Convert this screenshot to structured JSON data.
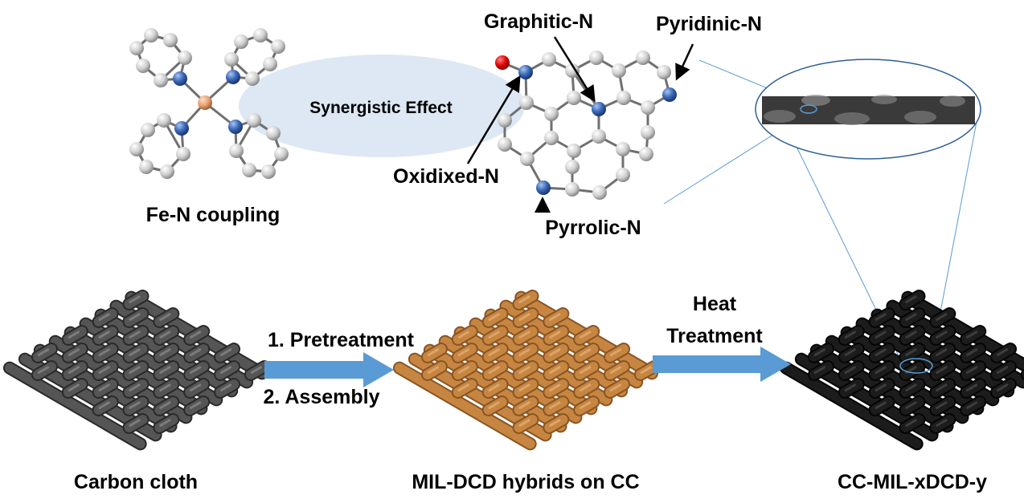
{
  "labels": {
    "fe_n_coupling": "Fe-N coupling",
    "synergistic_effect": "Synergistic Effect",
    "graphitic_n": "Graphitic-N",
    "pyridinic_n": "Pyridinic-N",
    "oxidixed_n": "Oxidixed-N",
    "pyrrolic_n": "Pyrrolic-N",
    "carbon_cloth": "Carbon cloth",
    "mil_dcd_hybrids": "MIL-DCD hybrids on CC",
    "cc_mil": "CC-MIL-xDCD-y"
  },
  "steps": {
    "pretreatment": "1. Pretreatment",
    "assembly": "2. Assembly",
    "heat": "Heat",
    "treatment": "Treatment"
  },
  "colors": {
    "arrow": "#5b9bd5",
    "ellipse_fill": "#dde8f4",
    "carbon_cloth": "#4a4a4a",
    "mil_cloth": "#c68642",
    "cc_mil_cloth": "#151515",
    "nitrogen_atom": "#2f5aa8",
    "carbon_atom": "#d0d0d0",
    "oxygen_atom": "#d60000",
    "iron_atom": "#e0a070"
  }
}
